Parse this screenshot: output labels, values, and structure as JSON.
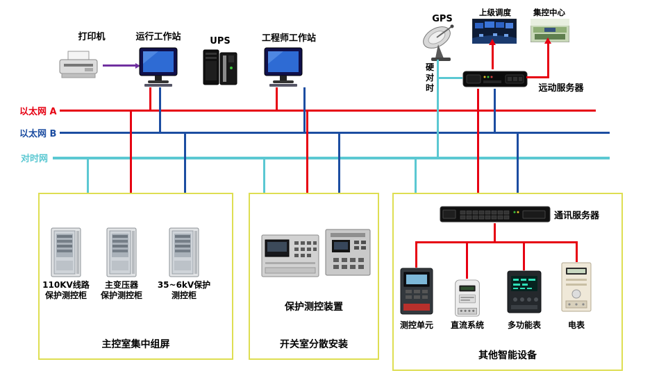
{
  "diagram": {
    "top": {
      "printer_label": "打印机",
      "operator_ws_label": "运行工作站",
      "ups_label": "UPS",
      "engineer_ws_label": "工程师工作站",
      "gps_label": "GPS",
      "dispatch_label": "上级调度",
      "control_center_label": "集控中心",
      "rtu_server_label": "远动服务器",
      "hard_time_sync_label": "硬对时"
    },
    "buses": {
      "ethernet_a": {
        "label": "以太网 A",
        "color": "#e60012"
      },
      "ethernet_b": {
        "label": "以太网 B",
        "color": "#1c4da1"
      },
      "time_sync": {
        "label": "对时网",
        "color": "#5bc8d2"
      }
    },
    "left_box": {
      "cabinets": [
        {
          "line1": "110KV线路",
          "line2": "保护测控柜"
        },
        {
          "line1": "主变压器",
          "line2": "保护测控柜"
        },
        {
          "line1": "35~6kV保护",
          "line2": "测控柜"
        }
      ],
      "caption": "主控室集中组屏"
    },
    "middle_box": {
      "device_label": "保护测控装置",
      "caption": "开关室分散安装"
    },
    "right_box": {
      "server_label": "通讯服务器",
      "devices": [
        {
          "label": "测控单元"
        },
        {
          "label": "直流系统"
        },
        {
          "label": "多功能表"
        },
        {
          "label": "电表"
        }
      ],
      "caption": "其他智能设备"
    }
  }
}
